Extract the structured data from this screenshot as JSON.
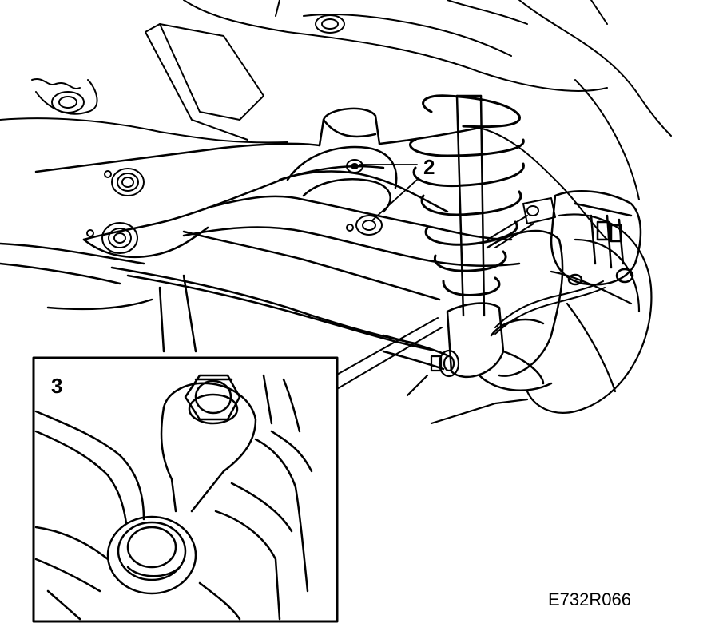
{
  "callouts": {
    "upper": "2",
    "inset": "3"
  },
  "figure_code": "E732R066",
  "colors": {
    "line": "#000000",
    "background": "#ffffff"
  }
}
